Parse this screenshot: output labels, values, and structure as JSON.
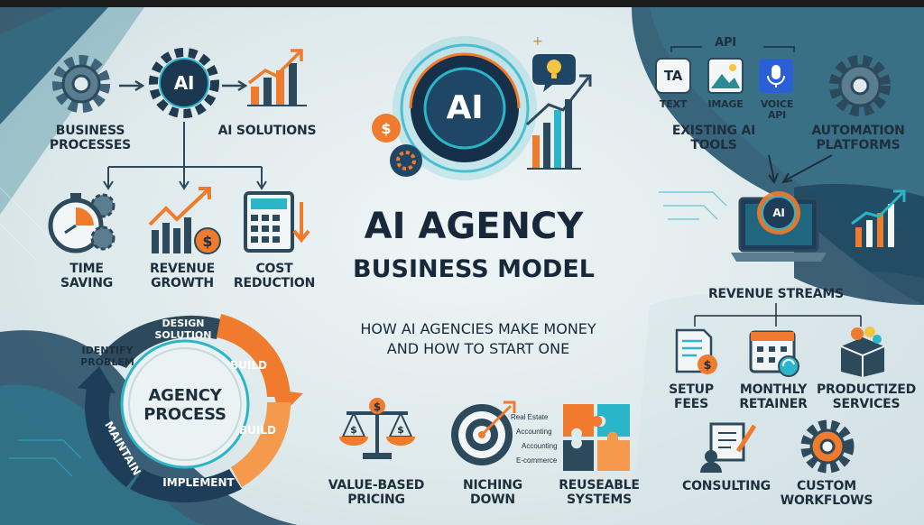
{
  "title": {
    "line1": "AI AGENCY",
    "line2": "BUSINESS MODEL",
    "subtitle_line1": "HOW AI AGENCIES MAKE MONEY",
    "subtitle_line2": "AND HOW TO START ONE"
  },
  "flow": {
    "business_processes": "BUSINESS PROCESSES",
    "ai_badge": "AI",
    "ai_solutions": "AI SOLUTIONS",
    "benefits": [
      {
        "label": "TIME SAVING",
        "icon": "stopwatch-gear-icon"
      },
      {
        "label": "REVENUE GROWTH",
        "icon": "growth-chart-icon"
      },
      {
        "label": "COST REDUCTION",
        "icon": "calculator-icon"
      }
    ]
  },
  "center_hub": {
    "label": "AI"
  },
  "agency_process": {
    "center_line1": "AGENCY",
    "center_line2": "PROCESS",
    "steps": [
      "IDENTIFY PROBLEM",
      "DESIGN SOLUTION",
      "BUILD",
      "BUILD",
      "IMPLEMENT",
      "MAINTAIN"
    ]
  },
  "tools": {
    "api_label": "API",
    "items": [
      {
        "glyph": "TA",
        "label": "TEXT",
        "icon": "text-icon"
      },
      {
        "label": "IMAGE",
        "icon": "image-icon"
      },
      {
        "label": "VOICE API",
        "icon": "microphone-icon"
      }
    ],
    "existing_tools": "EXISTING AI TOOLS",
    "automation": "AUTOMATION PLATFORMS",
    "laptop_badge": "AI"
  },
  "revenue": {
    "title": "REVENUE STREAMS",
    "streams": [
      {
        "label": "SETUP FEES",
        "icon": "invoice-icon"
      },
      {
        "label": "MONTHLY RETAINER",
        "icon": "calendar-icon"
      },
      {
        "label": "PRODUCTIZED SERVICES",
        "icon": "box-icon"
      },
      {
        "label": "CONSULTING",
        "icon": "consulting-icon"
      },
      {
        "label": "CUSTOM WORKFLOWS",
        "icon": "gear-icon"
      }
    ]
  },
  "strategies": [
    {
      "label": "VALUE-BASED PRICING",
      "icon": "scale-icon"
    },
    {
      "label": "NICHING DOWN",
      "icon": "target-icon"
    },
    {
      "label": "REUSEABLE SYSTEMS",
      "icon": "puzzle-icon"
    }
  ],
  "niches": [
    "Real Estate",
    "Accounting",
    "Accounting",
    "E-commerce"
  ],
  "colors": {
    "navy": "#1d3d58",
    "teal": "#2bb5c9",
    "orange": "#f07b2c",
    "dark_text": "#16283a"
  }
}
